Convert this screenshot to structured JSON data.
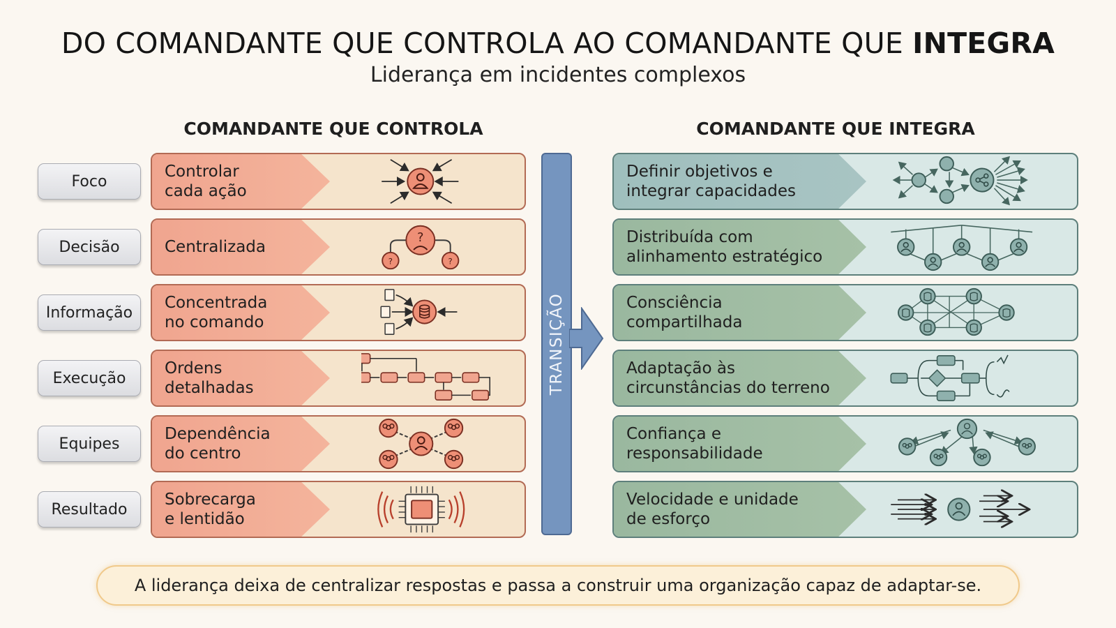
{
  "title": {
    "prefix": "DO COMANDANTE QUE CONTROLA AO COMANDANTE QUE ",
    "bold": "INTEGRA"
  },
  "subtitle": "Liderança em incidentes complexos",
  "left_heading": "COMANDANTE QUE CONTROLA",
  "right_heading": "COMANDANTE QUE INTEGRA",
  "transition": "TRANSIÇÃO",
  "labels": [
    "Foco",
    "Decisão",
    "Informação",
    "Execução",
    "Equipes",
    "Resultado"
  ],
  "control": [
    {
      "l1": "Controlar",
      "l2": "cada ação",
      "icon": "commander-with-inward-arrows-icon"
    },
    {
      "l1": "Centralizada",
      "l2": "",
      "icon": "central-decision-hierarchy-icon"
    },
    {
      "l1": "Concentrada",
      "l2": "no comando",
      "icon": "documents-to-database-icon"
    },
    {
      "l1": "Ordens",
      "l2": "detalhadas",
      "icon": "detailed-flowchart-icon"
    },
    {
      "l1": "Dependência",
      "l2": "do centro",
      "icon": "teams-chained-to-center-icon"
    },
    {
      "l1": "Sobrecarga",
      "l2": "e lentidão",
      "icon": "overloaded-chip-icon"
    }
  ],
  "integrate": [
    {
      "l1": "Definir objetivos e",
      "l2": "integrar capacidades",
      "icon": "network-nodes-icon"
    },
    {
      "l1": "Distribuída com",
      "l2": "alinhamento estratégico",
      "icon": "distributed-commanders-icon"
    },
    {
      "l1": "Consciência",
      "l2": "compartilhada",
      "icon": "shared-databases-mesh-icon"
    },
    {
      "l1": "Adaptação às",
      "l2": "circunstâncias do terreno",
      "icon": "adaptive-flow-icon"
    },
    {
      "l1": "Confiança e",
      "l2": "responsabilidade",
      "icon": "trust-network-icon"
    },
    {
      "l1": "Velocidade e unidade",
      "l2": "de esforço",
      "icon": "fast-unified-arrows-icon"
    }
  ],
  "footer": "A liderança deixa de centralizar respostas e passa a construir uma organização capaz de adaptar-se.",
  "colors": {
    "control_chevron": "#f0a58f",
    "control_bg": "#f5e4cc",
    "integrate_blue": "#9fbfbd",
    "integrate_green": "#9ab89f",
    "integrate_bg": "#d9e8e6",
    "transition": "#7595bf",
    "footer_bg": "#fcf0d9"
  }
}
